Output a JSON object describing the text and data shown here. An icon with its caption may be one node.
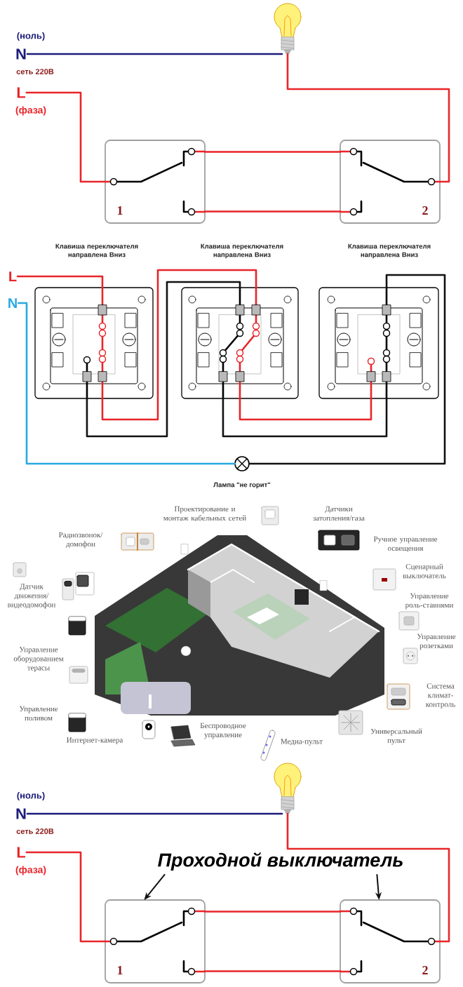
{
  "diagram": {
    "nodes": [
      {
        "text": [],
        "shape": "bulb"
      },
      {
        "text": [
          "N"
        ],
        "beside": [
          "(ноль)",
          "сеть 220В"
        ]
      },
      {
        "text": [
          "L"
        ],
        "beside": [
          "(фаза)"
        ]
      },
      {
        "text": [
          "1"
        ]
      },
      {
        "text": [
          "2"
        ]
      },
      {
        "text": [],
        "shape": "switch"
      },
      {
        "text": [],
        "shape": "switch"
      },
      {
        "text": [],
        "shape": "switch"
      },
      {
        "text": [
          "L"
        ]
      },
      {
        "text": [
          "N"
        ]
      },
      {
        "text": [],
        "shape": "circle",
        "beside": [
          "Лампа \"не горит\""
        ]
      },
      {
        "text": [],
        "shape": "bulb"
      },
      {
        "text": [
          "N"
        ],
        "beside": [
          "(ноль)",
          "сеть 220В"
        ]
      },
      {
        "text": [
          "L"
        ],
        "beside": [
          "(фаза)"
        ]
      },
      {
        "text": [
          "Проходной выключатель"
        ]
      },
      {
        "text": [
          "1"
        ]
      },
      {
        "text": [
          "2"
        ]
      }
    ],
    "edges": [
      {
        "from": 1,
        "to": 0,
        "arrow": "none",
        "color": "#1c1c7a"
      },
      {
        "from": 0,
        "to": 4,
        "arrow": "none"
      },
      {
        "from": 2,
        "to": 3,
        "arrow": "none"
      },
      {
        "from": 3,
        "to": 4,
        "arrow": "none"
      },
      {
        "from": 3,
        "to": 4,
        "arrow": "none"
      },
      {
        "from": 8,
        "to": 5,
        "arrow": "none"
      },
      {
        "from": 5,
        "to": 6,
        "arrow": "none"
      },
      {
        "from": 5,
        "to": 6,
        "arrow": "none",
        "color": "#111111"
      },
      {
        "from": 6,
        "to": 7,
        "arrow": "none"
      },
      {
        "from": 6,
        "to": 7,
        "arrow": "none",
        "color": "#111111"
      },
      {
        "from": 7,
        "to": 10,
        "arrow": "none",
        "color": "#111111"
      },
      {
        "from": 9,
        "to": 10,
        "arrow": "none",
        "color": "#29a9e0"
      },
      {
        "from": 12,
        "to": 11,
        "arrow": "none",
        "color": "#1c1c7a"
      },
      {
        "from": 11,
        "to": 16,
        "arrow": "none"
      },
      {
        "from": 13,
        "to": 15,
        "arrow": "none"
      },
      {
        "from": 15,
        "to": 16,
        "arrow": "none"
      },
      {
        "from": 15,
        "to": 16,
        "arrow": "none"
      },
      {
        "from": 14,
        "to": 15,
        "arrow": "to",
        "color": "#111111"
      },
      {
        "from": 14,
        "to": 16,
        "arrow": "to",
        "color": "#111111"
      }
    ],
    "labels": [
      "Клавиша переключателя направлена Вниз",
      "Клавиша переключателя направлена Вниз",
      "Клавиша переключателя направлена Вниз",
      "Проектирование и монтаж кабельных сетей",
      "Датчики затопления/газа",
      "Радиозвонок/ домофон",
      "Ручное управление освещения",
      "Сценарный выключатель",
      "Датчик движения/ видеодомофон",
      "Управление роль-ставнями",
      "Управление розетками",
      "Управление оборудованием терасы",
      "Система климат-контроль",
      "Управление поливом",
      "Беспроводное управление",
      "Универсальный пульт",
      "Интернет-камера",
      "Медиа-пульт"
    ]
  }
}
